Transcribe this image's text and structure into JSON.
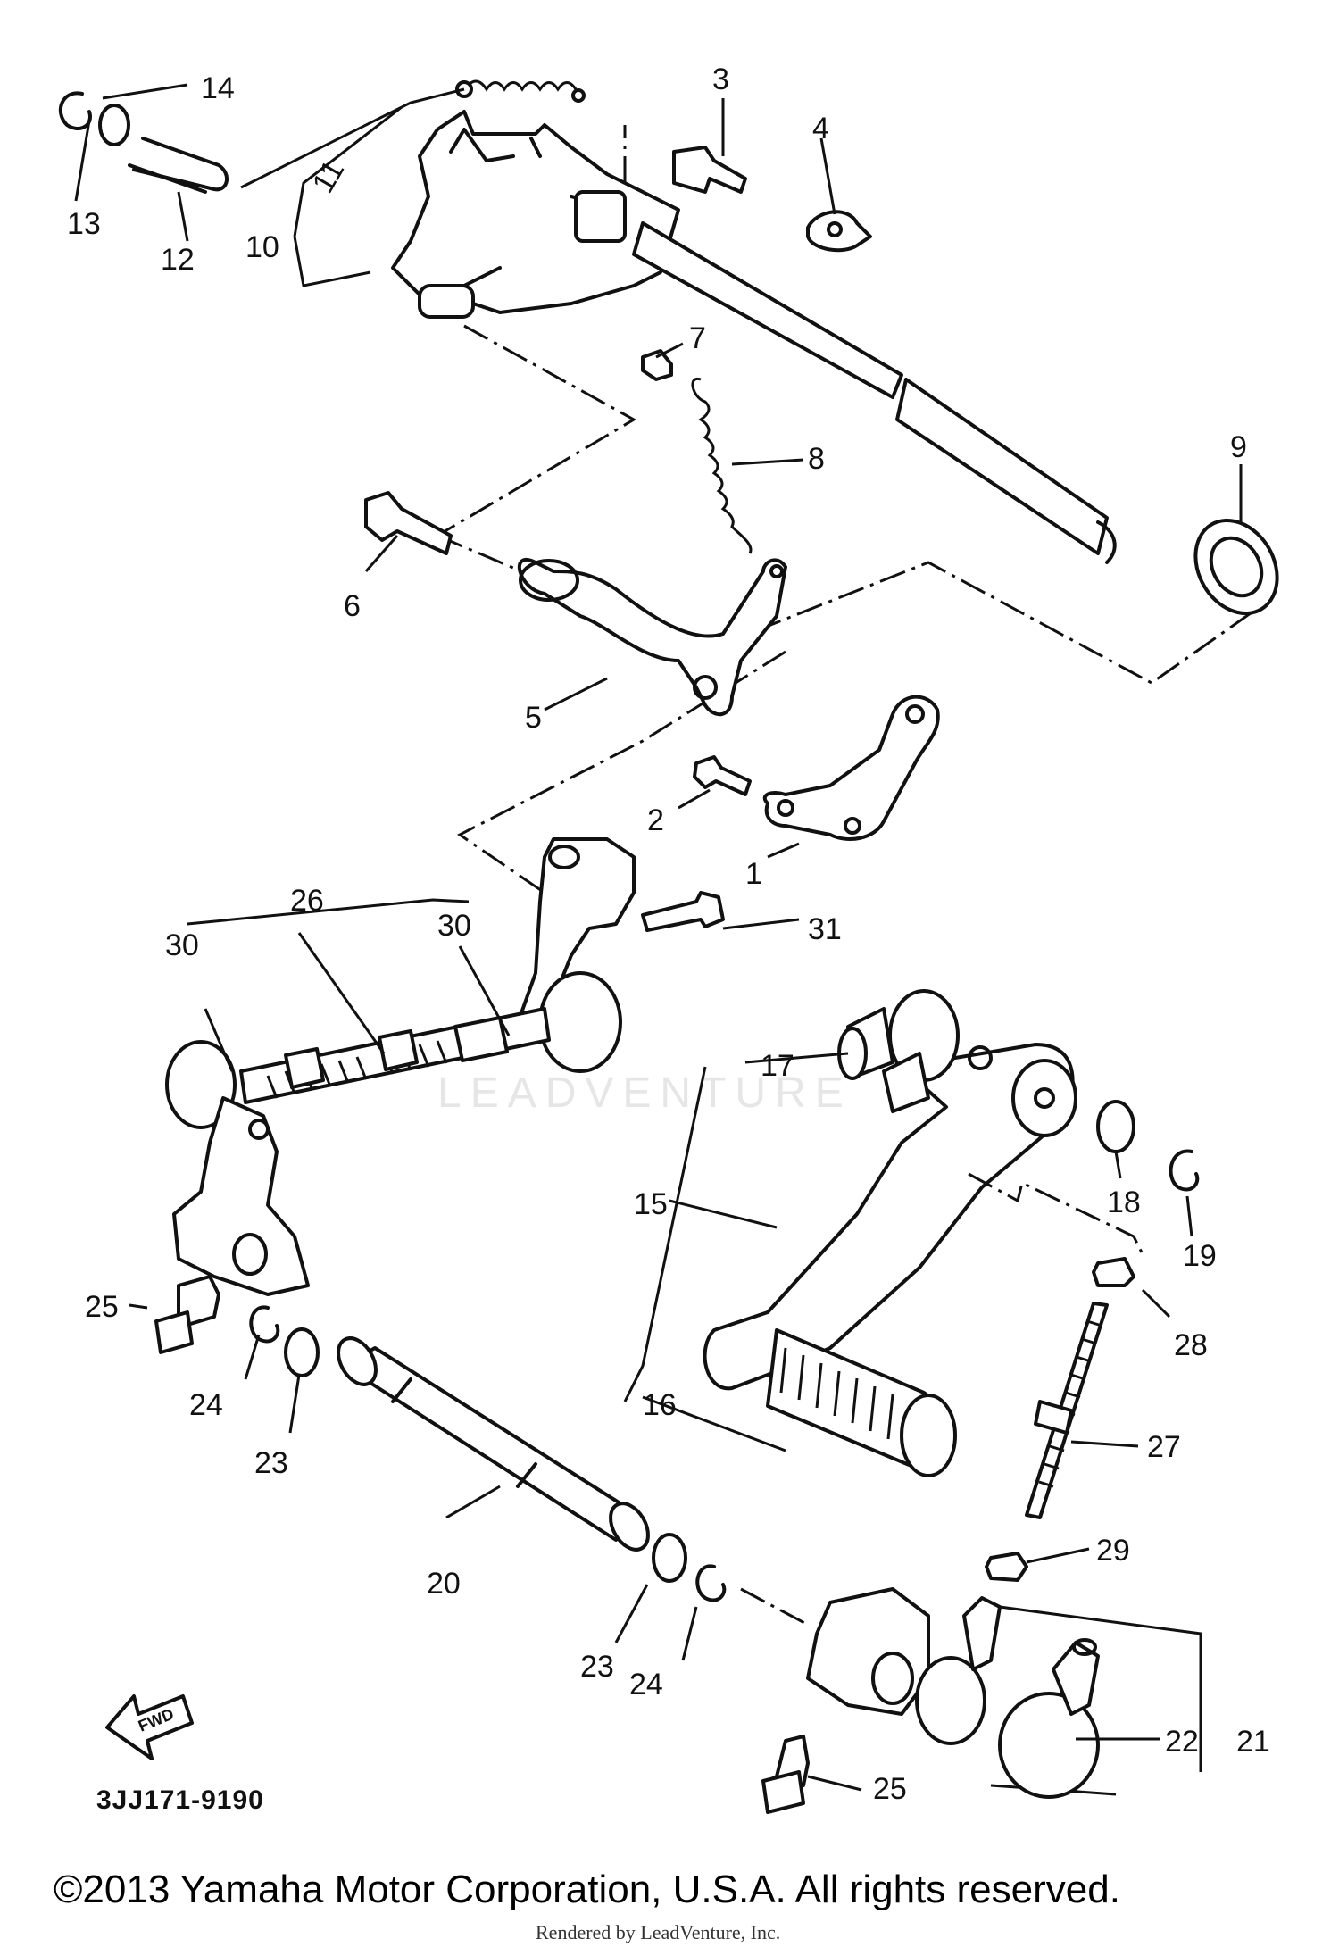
{
  "diagram": {
    "drawing_code": "3JJ171-9190",
    "fwd_label": "FWD",
    "watermark": "LEADVENTURE",
    "copyright": "©2013 Yamaha Motor Corporation, U.S.A. All rights reserved.",
    "rendered_by": "Rendered by LeadVenture, Inc.",
    "callouts": [
      "1",
      "2",
      "3",
      "4",
      "5",
      "6",
      "7",
      "8",
      "9",
      "10",
      "11",
      "12",
      "13",
      "14",
      "15",
      "16",
      "17",
      "18",
      "19",
      "20",
      "21",
      "22",
      "23",
      "23",
      "24",
      "24",
      "25",
      "25",
      "26",
      "27",
      "28",
      "29",
      "30",
      "30",
      "31"
    ]
  }
}
